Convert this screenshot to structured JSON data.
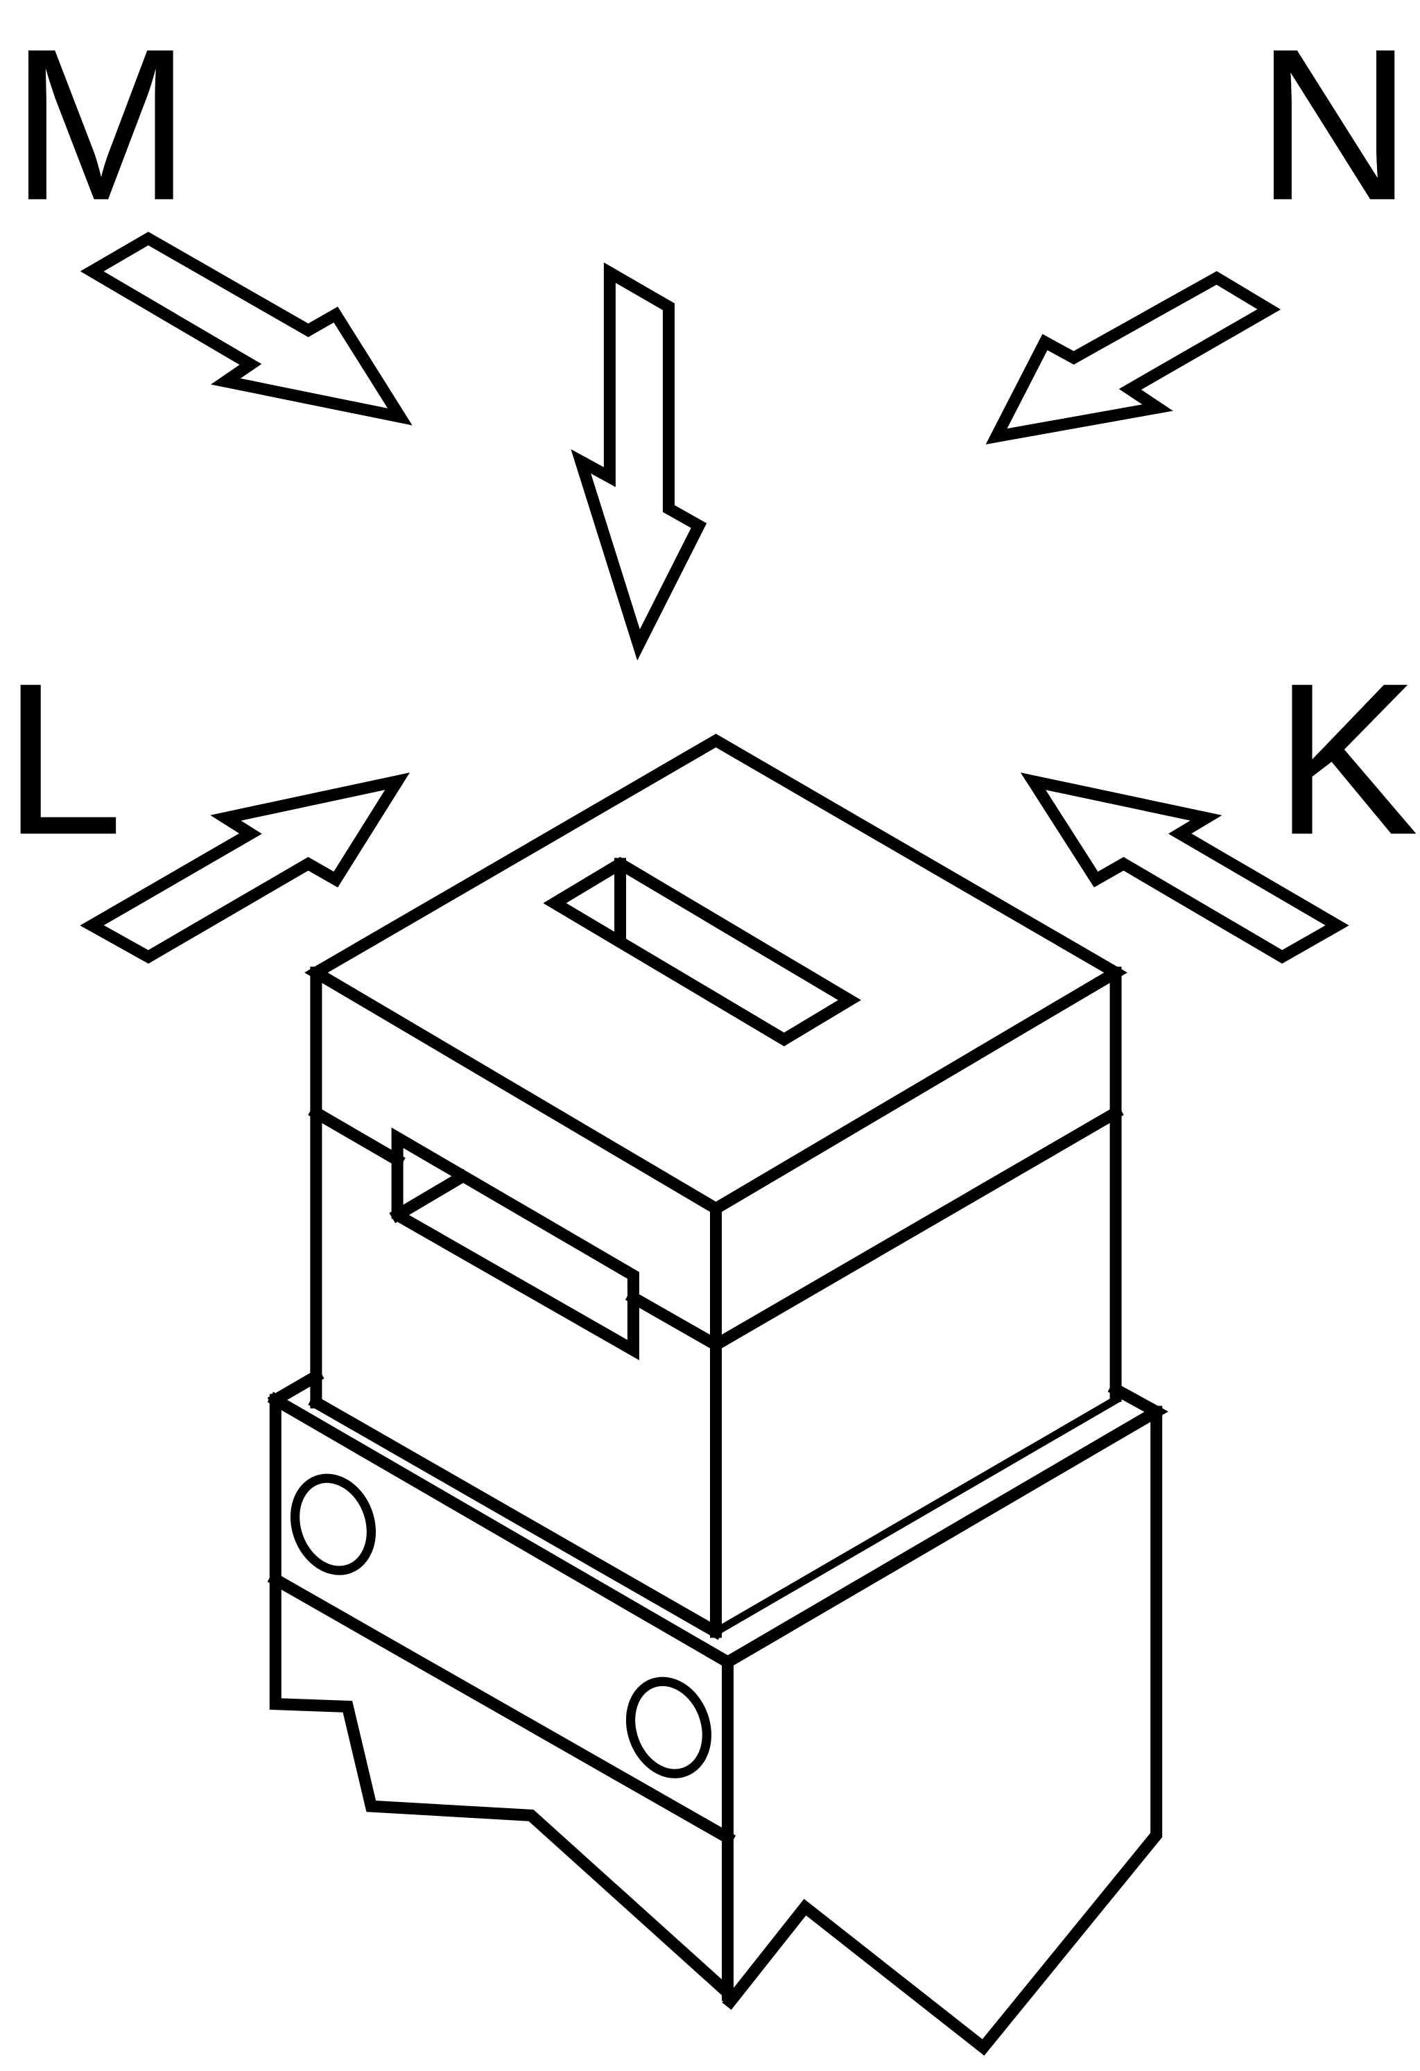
{
  "labels": {
    "m": "M",
    "n": "N",
    "l": "L",
    "k": "K"
  },
  "colors": {
    "stroke": "#000000",
    "background": "#ffffff"
  }
}
